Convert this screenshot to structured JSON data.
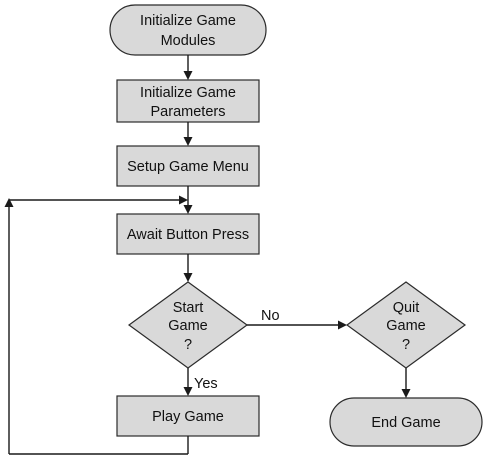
{
  "colors": {
    "node_fill": "#d9d9d9",
    "stroke": "#2b2b2b",
    "text": "#111111"
  },
  "nodes": {
    "init_modules": {
      "line1": "Initialize Game",
      "line2": "Modules",
      "shape": "rounded-terminal"
    },
    "init_params": {
      "line1": "Initialize Game",
      "line2": "Parameters",
      "shape": "process"
    },
    "setup_menu": {
      "label": "Setup Game Menu",
      "shape": "process"
    },
    "await_press": {
      "label": "Await Button Press",
      "shape": "process"
    },
    "start_game": {
      "line1": "Start",
      "line2": "Game",
      "line3": "?",
      "shape": "decision"
    },
    "play_game": {
      "label": "Play Game",
      "shape": "process"
    },
    "quit_game": {
      "line1": "Quit",
      "line2": "Game",
      "line3": "?",
      "shape": "decision"
    },
    "end_game": {
      "label": "End Game",
      "shape": "rounded-terminal"
    }
  },
  "edges": {
    "start_no": "No",
    "start_yes": "Yes"
  }
}
